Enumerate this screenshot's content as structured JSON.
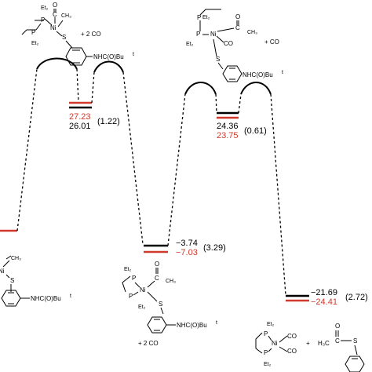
{
  "colors": {
    "black": "#000000",
    "red": "#d0392b"
  },
  "levels": {
    "l1": {
      "black": "26.01",
      "red": "27.23",
      "gap": "(1.22)"
    },
    "l2": {
      "black": "24.36",
      "red": "23.75",
      "gap": "(0.61)"
    },
    "l3": {
      "black": "−3.74",
      "red": "−7.03",
      "gap": "(3.29)"
    },
    "l4": {
      "black": "−21.69",
      "red": "−24.41",
      "gap": "(2.72)"
    }
  },
  "chem": {
    "et2": "Et₂",
    "p": "P",
    "ni": "Ni",
    "s": "S",
    "c": "C",
    "o": "O",
    "co": "CO",
    "ch3": "CH₃",
    "h3c": "H₃C",
    "amide": "NHC(O)Bu",
    "t": "t",
    "plus2co": "+ 2 CO",
    "plusco": "+ CO",
    "plus": "+"
  }
}
